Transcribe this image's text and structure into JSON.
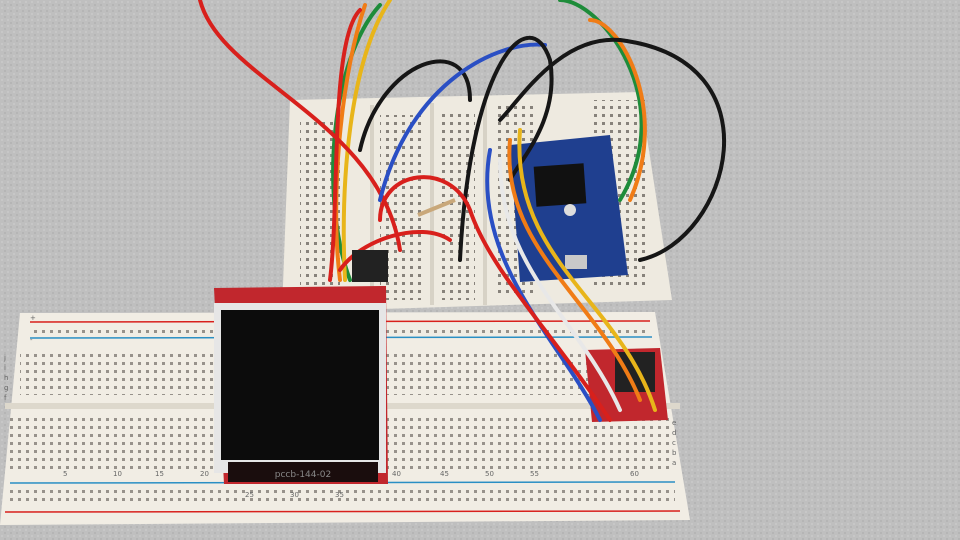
{
  "scene": {
    "lcd_label": "pccb-144-02",
    "column_numbers": [
      "5",
      "10",
      "15",
      "20",
      "25",
      "30",
      "35",
      "40",
      "45",
      "50",
      "55",
      "60"
    ],
    "row_letters_top": [
      "j",
      "i",
      "h",
      "g",
      "f"
    ],
    "row_letters_bottom": [
      "e",
      "d",
      "c",
      "b",
      "a"
    ],
    "rail_plus": "+",
    "rail_minus": "-"
  },
  "colors": {
    "table": "#bdbdbd",
    "breadboard": "#f1ede4",
    "lcd_board": "#c1272d",
    "mcu_board": "#1f3f8f",
    "wire_red": "#d8201c",
    "wire_orange": "#f07c16",
    "wire_yellow": "#e8b51a",
    "wire_green": "#1e8c3a",
    "wire_blue": "#2a4fc4",
    "wire_black": "#161616",
    "wire_white": "#e8e8e8"
  }
}
